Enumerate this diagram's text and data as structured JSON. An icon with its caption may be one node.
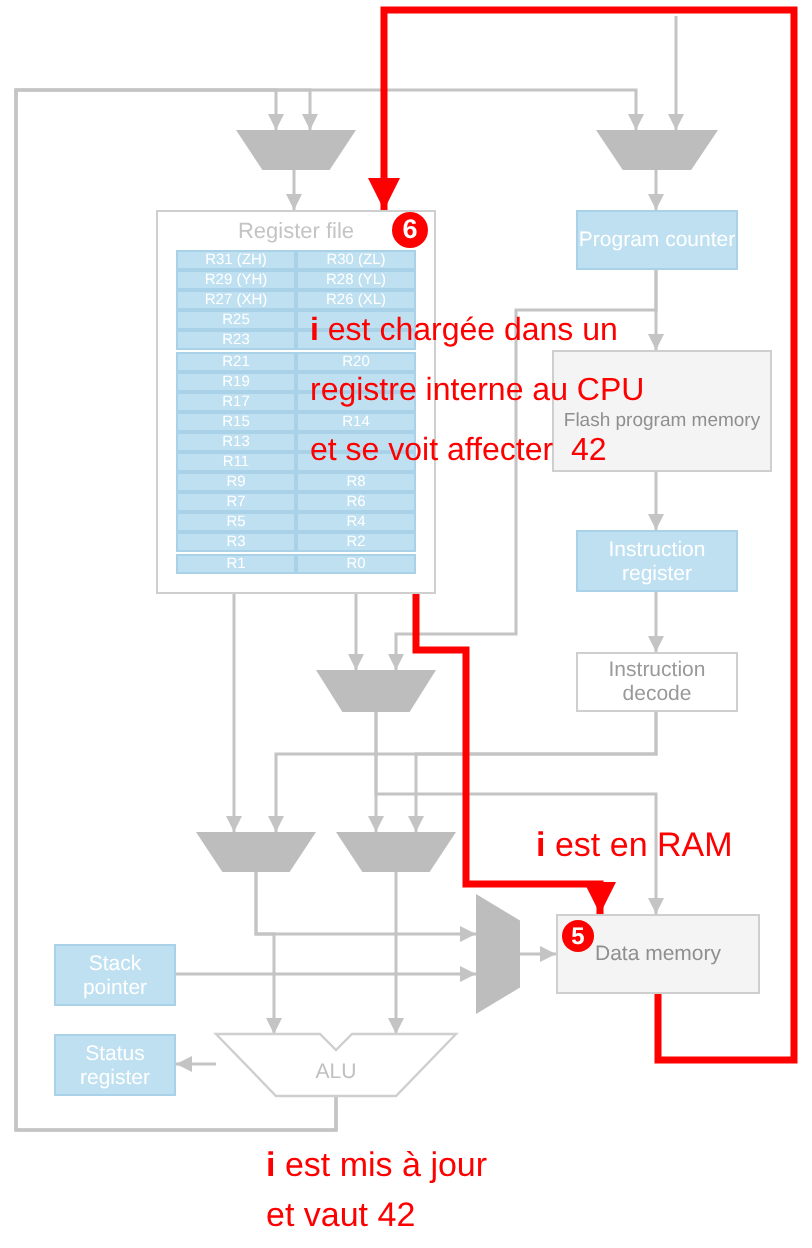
{
  "diagram": {
    "nodes": [
      {
        "text": [],
        "shape": "trapezoid"
      },
      {
        "text": [],
        "shape": "trapezoid"
      },
      {
        "text": [
          "Register file"
        ]
      },
      {
        "text": [
          "Program counter"
        ]
      },
      {
        "text": [
          "Flash program memory"
        ]
      },
      {
        "text": [
          "Instruction register"
        ]
      },
      {
        "text": [
          "Instruction decode"
        ]
      },
      {
        "text": [],
        "shape": "trapezoid"
      },
      {
        "text": [],
        "shape": "trapezoid"
      },
      {
        "text": [],
        "shape": "trapezoid"
      },
      {
        "text": [],
        "shape": "trapezoid"
      },
      {
        "text": [
          "Data memory"
        ]
      },
      {
        "text": [
          "Stack pointer"
        ]
      },
      {
        "text": [
          "Status register"
        ]
      },
      {
        "text": [
          "ALU"
        ]
      }
    ],
    "edges": [
      {
        "from": 14,
        "to": 0,
        "arrow": "to"
      },
      {
        "from": 14,
        "to": 0,
        "arrow": "to"
      },
      {
        "from": 14,
        "to": 1,
        "arrow": "to"
      },
      {
        "from": null,
        "to": 1,
        "arrow": "to"
      },
      {
        "from": 0,
        "to": 2,
        "arrow": "to"
      },
      {
        "from": 1,
        "to": 3,
        "arrow": "to"
      },
      {
        "from": 3,
        "to": 4,
        "arrow": "to"
      },
      {
        "from": 3,
        "to": 7,
        "arrow": "to"
      },
      {
        "from": 4,
        "to": 5,
        "arrow": "to"
      },
      {
        "from": 5,
        "to": 6,
        "arrow": "to"
      },
      {
        "from": 6,
        "to": 8,
        "arrow": "to"
      },
      {
        "from": 6,
        "to": 9,
        "arrow": "to"
      },
      {
        "from": 7,
        "to": 9,
        "arrow": "to"
      },
      {
        "from": 7,
        "to": 11,
        "arrow": "to"
      },
      {
        "from": 2,
        "to": 8,
        "arrow": "to"
      },
      {
        "from": 2,
        "to": 7,
        "arrow": "to"
      },
      {
        "from": 8,
        "to": 10,
        "arrow": "to"
      },
      {
        "from": 8,
        "to": 14,
        "arrow": "to"
      },
      {
        "from": 9,
        "to": 14,
        "arrow": "to"
      },
      {
        "from": 12,
        "to": 10,
        "arrow": "to"
      },
      {
        "from": 10,
        "to": 11,
        "arrow": "to"
      },
      {
        "from": 14,
        "to": 13,
        "arrow": "to"
      },
      {
        "from": 11,
        "to": 2,
        "arrow": "to",
        "style": "thick",
        "color": "#ff0000"
      },
      {
        "from": 2,
        "to": 11,
        "arrow": "to",
        "style": "thick",
        "color": "#ff0000"
      }
    ],
    "labels": [
      "R31 (ZH)",
      "R30 (ZL)",
      "R29 (YH)",
      "R28 (YL)",
      "R27 (XH)",
      "R26 (XL)",
      "R25",
      "R23",
      "R21",
      "R20",
      "R19",
      "R17",
      "R15",
      "R14",
      "R13",
      "R11",
      "R9",
      "R8",
      "R7",
      "R6",
      "R5",
      "R4",
      "R3",
      "R2",
      "R1",
      "R0",
      "6",
      "**i** est chargée dans un registre interne au CPU et se voit affecter  42",
      "**i** est en RAM",
      "5",
      "**i** est mis à jour et vaut 42"
    ]
  }
}
